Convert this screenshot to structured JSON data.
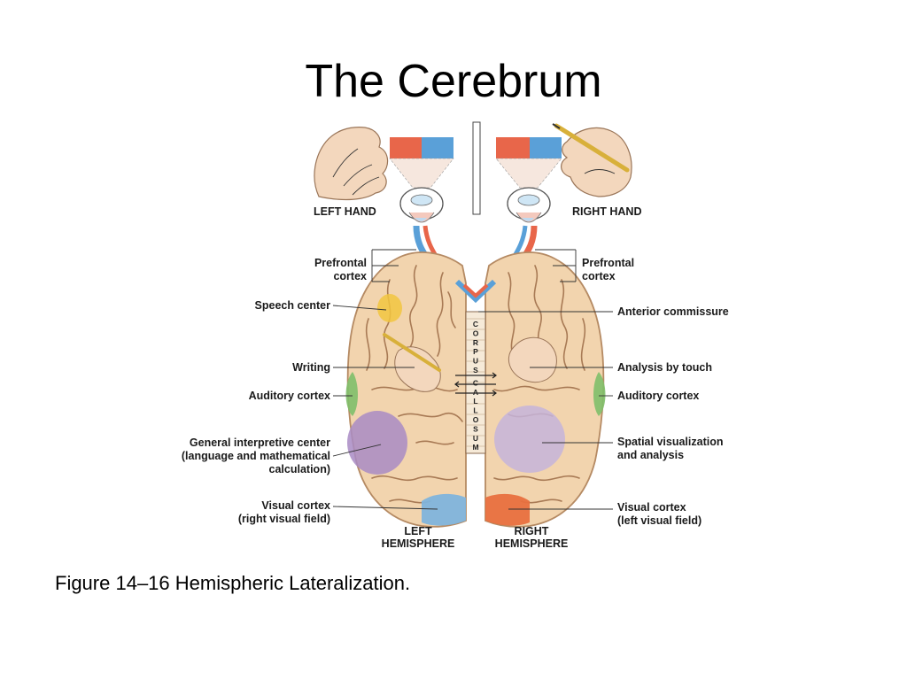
{
  "slide": {
    "title": "The Cerebrum",
    "caption": "Figure 14–16 Hemispheric Lateralization."
  },
  "labels": {
    "left_hand": "LEFT HAND",
    "right_hand": "RIGHT HAND",
    "prefrontal_left_1": "Prefrontal",
    "prefrontal_left_2": "cortex",
    "prefrontal_right_1": "Prefrontal",
    "prefrontal_right_2": "cortex",
    "speech_center": "Speech center",
    "anterior_commissure": "Anterior commissure",
    "writing": "Writing",
    "analysis_by_touch": "Analysis by touch",
    "auditory_left": "Auditory cortex",
    "auditory_right": "Auditory cortex",
    "general_1": "General interpretive center",
    "general_2": "(language and mathematical",
    "general_3": "calculation)",
    "spatial_1": "Spatial visualization",
    "spatial_2": "and analysis",
    "visual_left_1": "Visual cortex",
    "visual_left_2": "(right visual field)",
    "visual_right_1": "Visual cortex",
    "visual_right_2": "(left visual field)",
    "left_hemi_1": "LEFT",
    "left_hemi_2": "HEMISPHERE",
    "right_hemi_1": "RIGHT",
    "right_hemi_2": "HEMISPHERE",
    "corpus_callosum": [
      "C",
      "O",
      "R",
      "P",
      "U",
      "S",
      "C",
      "A",
      "L",
      "L",
      "O",
      "S",
      "U",
      "M"
    ]
  },
  "colors": {
    "brain": "#f2d4ae",
    "brain_stroke": "#b58a63",
    "red_field": "#e8664a",
    "blue_field": "#5aa0d8",
    "speech": "#f2c640",
    "auditory": "#7fbf6a",
    "interpretive": "#a98bc4",
    "visual_blue": "#7fb4dc",
    "visual_red": "#e8703f"
  }
}
